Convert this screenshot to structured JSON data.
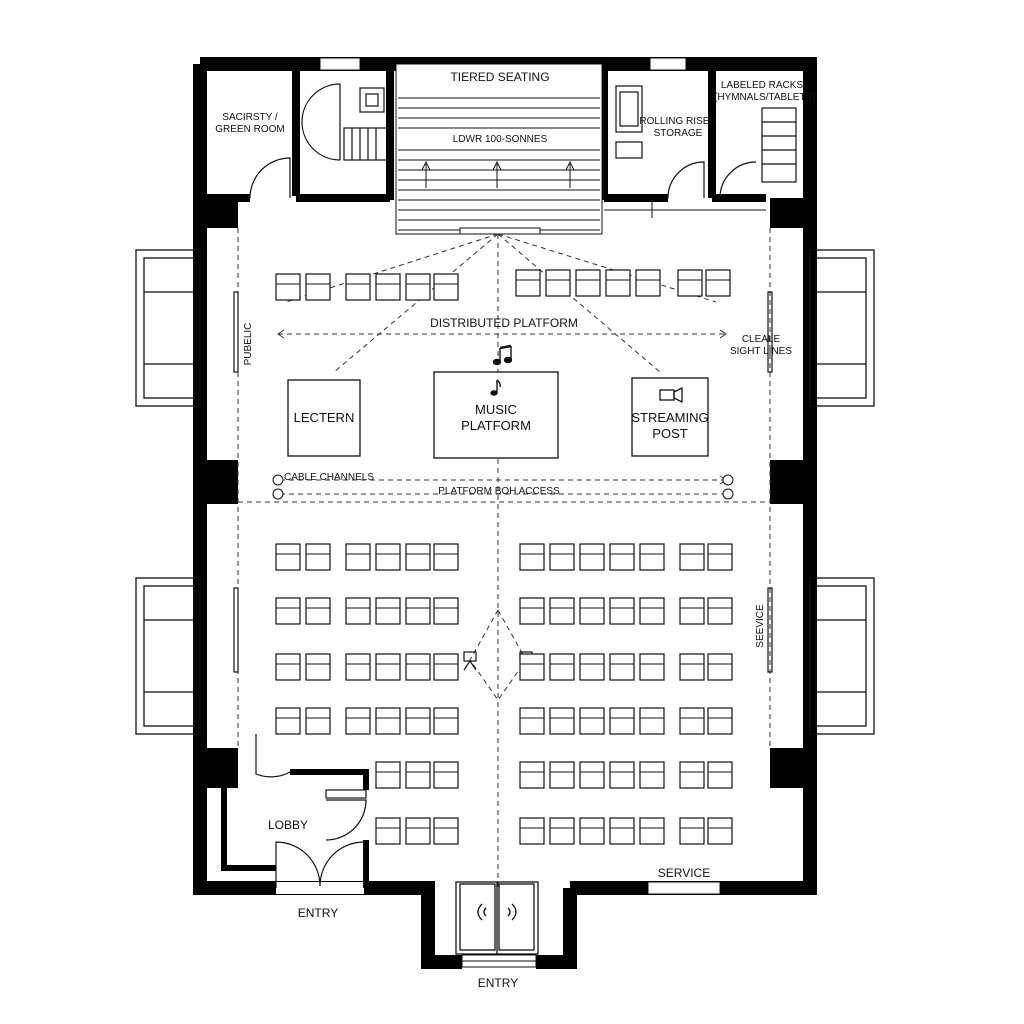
{
  "rooms": {
    "sacristy": "SACIRSTY /",
    "green_room": "GREEN ROOM",
    "tiered_seating": "TIERED SEATING",
    "tiered_sub": "LDWR 100-SONNES",
    "rolling_riser": "ROLLING RISER",
    "storage": "STORAGE",
    "labeled_racks": "LABELED RACKS",
    "hymnals": "(HYMNALS/TABLETS)",
    "lobby": "LOBBY"
  },
  "zones": {
    "distributed_platform": "DISTRIBUTED PLATFORM",
    "clear_sightlines_1": "CLEALE",
    "clear_sightlines_2": "SIGHT LINES",
    "cable_channels": "CABLE CHANNELS",
    "platform_access": "PLATFORM BOH ACCESS",
    "public": "PUBELIC",
    "service_side": "SEEVICE"
  },
  "stage": {
    "lectern": "LECTERN",
    "music_1": "MUSIC",
    "music_2": "PLATFORM",
    "streaming_1": "STREAMING",
    "streaming_2": "POST"
  },
  "exits": {
    "entry_left": "ENTRY",
    "entry_bottom": "ENTRY",
    "service_bottom": "SERVICE"
  },
  "icons": [
    "music-note-icon",
    "camera-icon",
    "tripod-camera-icon",
    "double-door-icon"
  ]
}
